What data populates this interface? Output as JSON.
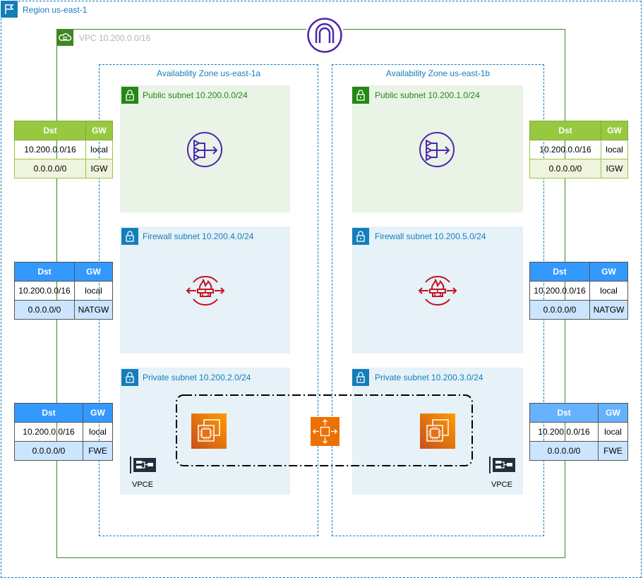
{
  "region": {
    "label": "Region us-east-1"
  },
  "vpc": {
    "label": "VPC 10.200.0.0/16"
  },
  "azs": [
    {
      "label": "Availability Zone us-east-1a"
    },
    {
      "label": "Availability Zone us-east-1b"
    }
  ],
  "subnets": {
    "public_a": "Public subnet 10.200.0.0/24",
    "public_b": "Public subnet 10.200.1.0/24",
    "firewall_a": "Firewall subnet 10.200.4.0/24",
    "firewall_b": "Firewall subnet 10.200.5.0/24",
    "private_a": "Private subnet 10.200.2.0/24",
    "private_b": "Private subnet 10.200.3.0/24"
  },
  "route_tables": {
    "header": {
      "dst": "Dst",
      "gw": "GW"
    },
    "public_left": [
      {
        "dst": "10.200.0.0/16",
        "gw": "local"
      },
      {
        "dst": "0.0.0.0/0",
        "gw": "IGW"
      }
    ],
    "public_right": [
      {
        "dst": "10.200.0.0/16",
        "gw": "local"
      },
      {
        "dst": "0.0.0.0/0",
        "gw": "IGW"
      }
    ],
    "firewall_left": [
      {
        "dst": "10.200.0.0/16",
        "gw": "local"
      },
      {
        "dst": "0.0.0.0/0",
        "gw": "NATGW"
      }
    ],
    "firewall_right": [
      {
        "dst": "10.200.0.0/16",
        "gw": "local"
      },
      {
        "dst": "0.0.0.0/0",
        "gw": "NATGW"
      }
    ],
    "private_left": [
      {
        "dst": "10.200.0.0/16",
        "gw": "local"
      },
      {
        "dst": "0.0.0.0/0",
        "gw": "FWE"
      }
    ],
    "private_right": [
      {
        "dst": "10.200.0.0/16",
        "gw": "local"
      },
      {
        "dst": "0.0.0.0/0",
        "gw": "FWE"
      }
    ]
  },
  "vpce": {
    "label_left": "VPCE",
    "label_right": "VPCE"
  },
  "icons": {
    "region": "region-flag-icon",
    "vpc": "vpc-cloud-icon",
    "igw": "internet-gateway-icon",
    "nat": "nat-gateway-icon",
    "firewall": "network-firewall-icon",
    "ec2": "ec2-instance-icon",
    "autoscaling": "auto-scaling-icon",
    "vpce": "vpc-endpoint-icon",
    "lock": "lock-icon"
  },
  "colors": {
    "region": "#147eba",
    "vpc": "#3f8624",
    "public_fill": "#e9f3e6",
    "private_fill": "#e6f2f8",
    "nat": "#4d27aa",
    "firewall": "#c7131f",
    "ec2": "#ed7100"
  }
}
